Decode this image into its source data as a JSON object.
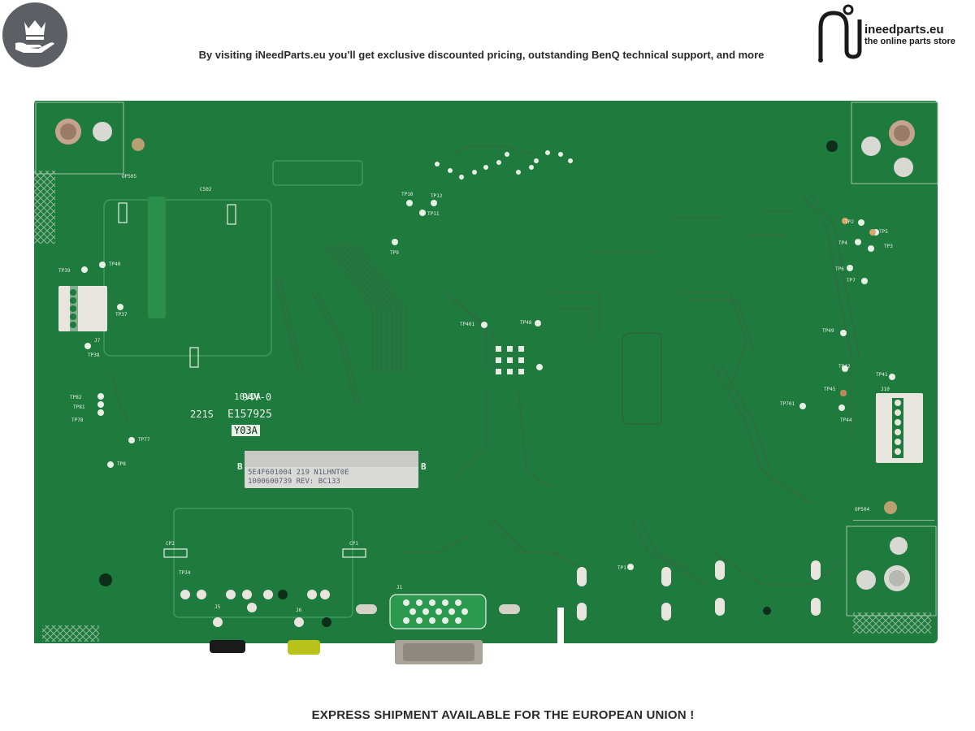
{
  "header": {
    "tagline": "By visiting iNeedParts.eu you'll get exclusive discounted pricing, outstanding BenQ technical support, and more",
    "brand_name": "ineedparts.eu",
    "brand_sub": "the online parts store",
    "badge_icon": "crown-hand-icon"
  },
  "board": {
    "ul_mark": "94V-0",
    "ul_mark_prefix": "10VDA",
    "date_code": "221S",
    "file_no": "E157925",
    "lot": "Y03A",
    "side_b_left": "B",
    "side_b_right": "B",
    "sticker_line1": "5E4F601004   219       N1LHNT0E",
    "sticker_line2": "1000600739  REV:          BC133",
    "labels": {
      "op505": "OP505",
      "c502": "C502",
      "tp39": "TP39",
      "tp40": "TP40",
      "tp37": "TP37",
      "j7": "J7",
      "tp38": "TP38",
      "tp82": "TP82",
      "tp81": "TP81",
      "tp78": "TP78",
      "tp77": "TP77",
      "tp8": "TP8",
      "tp9": "TP9",
      "tp10": "TP10",
      "tp12": "TP12",
      "tp11": "TP11",
      "tp401": "TP401",
      "tp48": "TP48",
      "tp2": "TP2",
      "tp5": "TP5",
      "tp4": "TP4",
      "tp3": "TP3",
      "tp6": "TP6",
      "tp7": "TP7",
      "tp49": "TP49",
      "tp42": "TP42",
      "tp41": "TP41",
      "j10": "J10",
      "tp45": "TP45",
      "tp701": "TP701",
      "tp44": "TP44",
      "op504": "OP504",
      "cp2": "CP2",
      "cp1": "CP1",
      "tp34": "TP34",
      "j5": "J5",
      "j6": "J6",
      "j1": "J1",
      "tp1": "TP1"
    }
  },
  "footer": {
    "text": "EXPRESS SHIPMENT AVAILABLE FOR THE EUROPEAN UNION !"
  },
  "colors": {
    "pcb": "#1f7a3e",
    "pcb_trace": "#2a8f4b",
    "silk": "#e8efe6",
    "badge": "#5c5f64"
  }
}
